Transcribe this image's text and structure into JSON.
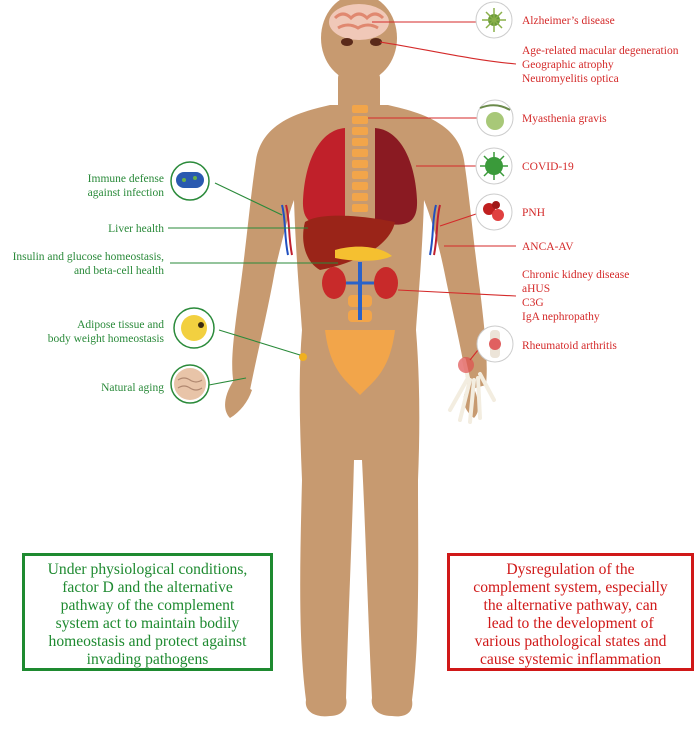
{
  "disease_labels": {
    "alzheimers": "Alzheimer’s disease",
    "eye_1": "Age-related macular degeneration",
    "eye_2": "Geographic atrophy",
    "eye_3": "Neuromyelitis optica",
    "myasthenia": "Myasthenia gravis",
    "covid": "COVID-19",
    "pnh": "PNH",
    "anca": "ANCA-AV",
    "kidney_1": "Chronic kidney disease",
    "kidney_2": "aHUS",
    "kidney_3": "C3G",
    "kidney_4": "IgA nephropathy",
    "ra": "Rheumatoid arthritis"
  },
  "health_labels": {
    "immune_1": "Immune defense",
    "immune_2": "against infection",
    "liver": "Liver health",
    "insulin_1": "Insulin and glucose homeostasis,",
    "insulin_2": "and beta-cell health",
    "adipose_1": "Adipose tissue and",
    "adipose_2": "body weight homeostasis",
    "aging": "Natural aging"
  },
  "physiological_box": {
    "line_1": "Under physiological conditions,",
    "line_2": "factor D and the alternative",
    "line_3": "pathway of the complement",
    "line_4": "system act to maintain bodily",
    "line_5": "homeostasis and protect against",
    "line_6": "invading pathogens"
  },
  "pathological_box": {
    "line_1": "Dysregulation of the",
    "line_2": "complement system, especially",
    "line_3": "the alternative pathway, can",
    "line_4": "lead to the development of",
    "line_5": "various pathological states and",
    "line_6": "cause systemic inflammation"
  },
  "colors": {
    "disease": "#d42a2a",
    "health": "#2a8a3a",
    "skin": "#c99a72"
  }
}
